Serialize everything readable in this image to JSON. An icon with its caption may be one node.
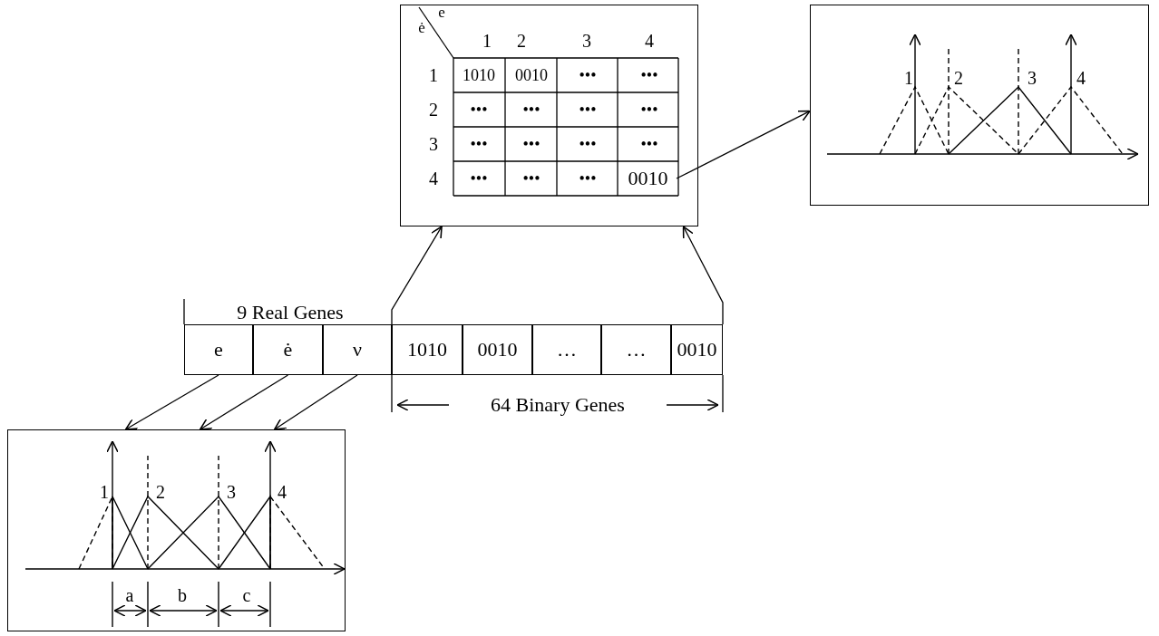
{
  "diagram": {
    "nodes": [
      {
        "text": [],
        "shape": "box"
      },
      {
        "text": [
          "0010"
        ],
        "in": 0
      },
      {
        "text": [],
        "shape": "box"
      },
      {
        "text": [
          "e"
        ]
      },
      {
        "text": [
          "ė"
        ]
      },
      {
        "text": [
          "ν"
        ]
      },
      {
        "text": [
          "1010"
        ]
      },
      {
        "text": [
          "0010"
        ]
      },
      {
        "text": [
          "…"
        ]
      },
      {
        "text": [
          "…"
        ]
      },
      {
        "text": [
          "0010"
        ]
      },
      {
        "text": [],
        "shape": "box"
      }
    ],
    "edges": [
      {
        "from": 1,
        "to": 2,
        "arrow": "to"
      },
      {
        "from": 6,
        "to": 0,
        "arrow": "to"
      },
      {
        "from": 10,
        "to": 0,
        "arrow": "to"
      },
      {
        "from": 3,
        "to": 11,
        "arrow": "to"
      },
      {
        "from": 4,
        "to": 11,
        "arrow": "to"
      },
      {
        "from": 5,
        "to": 11,
        "arrow": "to"
      }
    ],
    "labels": [
      "e",
      "ė",
      "1",
      "2",
      "3",
      "4",
      "1",
      "1010",
      "0010",
      "•••",
      "•••",
      "2",
      "•••",
      "•••",
      "•••",
      "•••",
      "3",
      "•••",
      "•••",
      "•••",
      "•••",
      "4",
      "•••",
      "•••",
      "•••",
      "1",
      "2",
      "3",
      "4",
      "9 Real Genes",
      "64 Binary Genes",
      "1",
      "2",
      "3",
      "4",
      "a",
      "b",
      "c"
    ]
  }
}
